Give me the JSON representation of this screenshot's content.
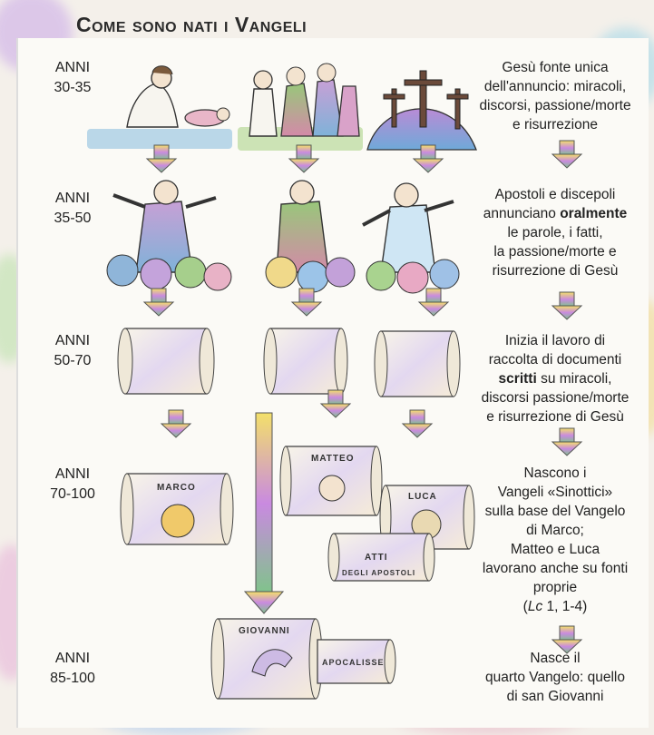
{
  "title": "Come sono nati i Vangeli",
  "periods": [
    {
      "years_label": "ANNI",
      "years_range": "30-35",
      "lines": [
        "Gesù fonte unica",
        "dell'annuncio: miracoli,",
        "discorsi, passione/morte",
        "e risurrezione"
      ]
    },
    {
      "years_label": "ANNI",
      "years_range": "35-50",
      "lines_before": [
        "Apostoli e discepoli"
      ],
      "line2_prefix": "annunciano ",
      "line2_bold": "oralmente",
      "lines_after": [
        "le parole, i fatti,",
        "la passione/morte e",
        "risurrezione di Gesù"
      ]
    },
    {
      "years_label": "ANNI",
      "years_range": "50-70",
      "lines_before": [
        "Inizia il lavoro di",
        "raccolta di documenti"
      ],
      "line3_bold": "scritti",
      "line3_suffix": " su miracoli,",
      "lines_after": [
        "discorsi passione/morte",
        "e risurrezione di Gesù"
      ]
    },
    {
      "years_label": "ANNI",
      "years_range": "70-100",
      "lines": [
        "Nascono i",
        "Vangeli «Sinottici»",
        "sulla base del Vangelo",
        "di Marco;",
        "Matteo e Luca",
        "lavorano anche su fonti",
        "proprie"
      ],
      "ref_open": "(",
      "ref_italic": "Lc",
      "ref_rest": " 1, 1-4)"
    },
    {
      "years_label": "ANNI",
      "years_range": "85-100",
      "lines": [
        "Nasce il",
        "quarto Vangelo: quello",
        "di san Giovanni"
      ]
    }
  ],
  "scrolls": {
    "marco": "MARCO",
    "matteo": "MATTEO",
    "luca": "LUCA",
    "atti": "ATTI",
    "atti_sub": "DEGLI APOSTOLI",
    "giovanni": "GIOVANNI",
    "apocalisse": "APOCALISSE"
  },
  "colors": {
    "arrow_top": "#f3e06a",
    "arrow_mid": "#c98ae0",
    "arrow_bottom": "#7fc48a",
    "text": "#222222"
  }
}
